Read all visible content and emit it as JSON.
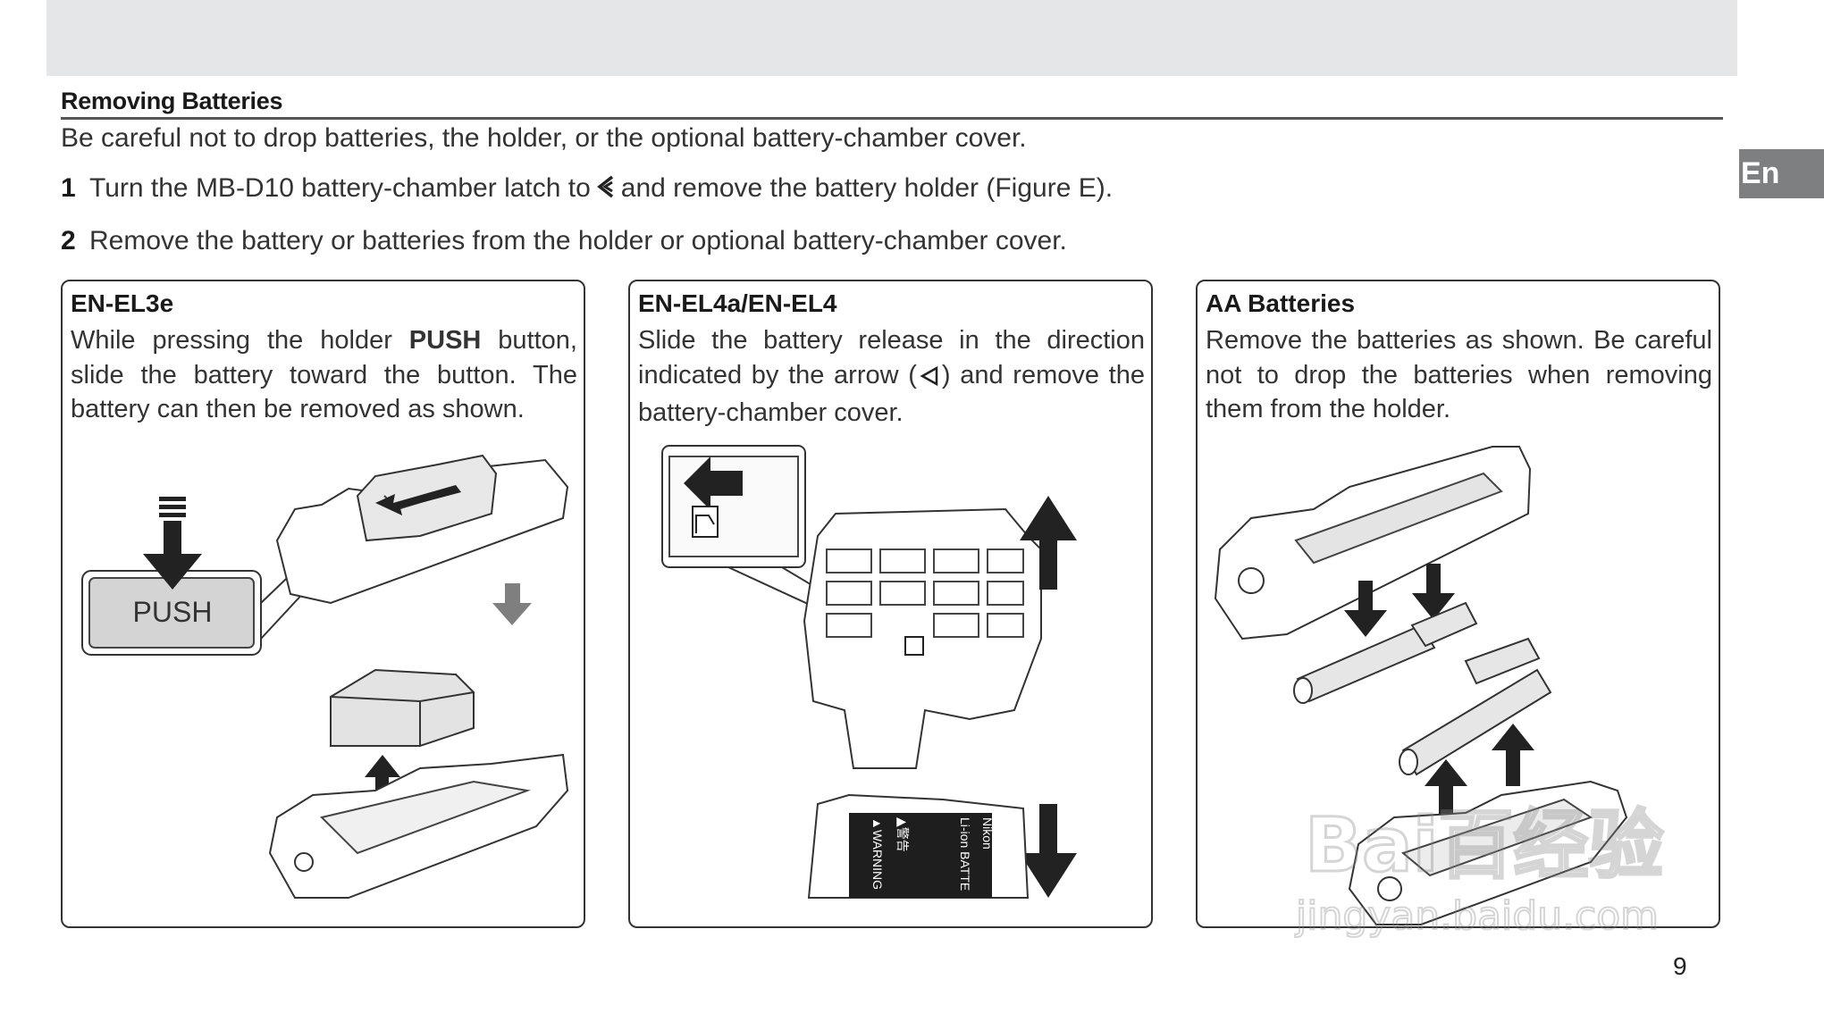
{
  "header": {
    "section_title": "Removing Batteries",
    "intro": "Be careful not to drop batteries, the holder, or the optional battery-chamber cover."
  },
  "steps": [
    {
      "num": "1",
      "text_before": "Turn the MB-D10 battery-chamber latch to",
      "icon": "latch-open-icon",
      "text_after": "and remove the battery holder (Figure E)."
    },
    {
      "num": "2",
      "text": "Remove the battery or batteries from the holder or optional battery-chamber cover."
    }
  ],
  "language_tab": "En",
  "panels": [
    {
      "title": "EN-EL3e",
      "body_before": "While pressing the holder ",
      "body_bold": "PUSH",
      "body_after": " button, slide the battery toward the button.  The battery can then be removed as shown.",
      "illustration": {
        "push_label": "PUSH"
      }
    },
    {
      "title": "EN-EL4a/EN-EL4",
      "body_before": "Slide the battery release in the direction indicated by the arrow (",
      "body_icon": "left-triangle-icon",
      "body_after": ") and remove the battery-chamber cover.",
      "illustration": {
        "cover_text_1": "Nikon",
        "cover_text_2": "Li-ion BATTE",
        "cover_text_3": "▲WARNING",
        "cover_text_4": "▲警告"
      }
    },
    {
      "title": "AA Batteries",
      "body": "Remove the batteries as shown.  Be careful not to drop the batteries when removing them from the holder."
    }
  ],
  "page_number": "9",
  "watermark": {
    "line1": "Bai百经验",
    "line2": "jingyan.baidu.com"
  }
}
